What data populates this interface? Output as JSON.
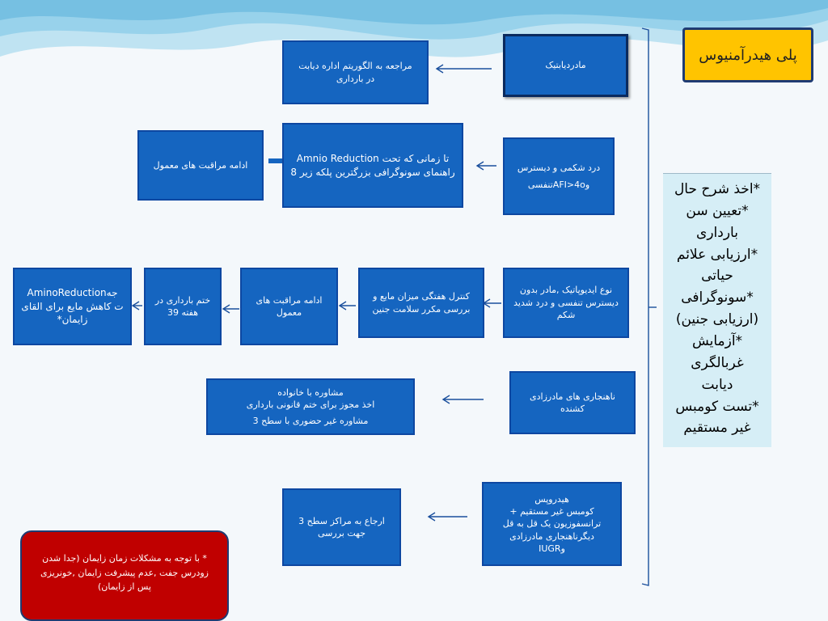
{
  "title": "پلی هیدرآمنیوس",
  "side_panel": {
    "lines": [
      "*اخذ شرح حال",
      "*تعیین سن",
      "بارداری",
      "*ارزیابی علائم",
      "حیاتی",
      "*سونوگرافی",
      "(ارزیابی جنین)",
      "*آزمایش",
      "غربالگری",
      "دیابت",
      "*تست کومبس",
      "غیر مستقیم"
    ]
  },
  "rows": {
    "diabetic": {
      "condition": "مادردیابتیک",
      "action": [
        "مراجعه به الگوریتم اداره دیابت",
        "در بارداری"
      ]
    },
    "distress": {
      "condition": [
        "درد شکمی و دیسترس",
        "وAFI>4oتنفسی"
      ],
      "action": [
        "تا زمانی که تحت Amnio Reduction",
        "راهنمای سونوگرافی بزرگترین پلکه زیر 8"
      ],
      "result": "ادامه مراقبت های معمول"
    },
    "idiopathic": {
      "condition": [
        "نوع ایدیوپاتیک ,مادر بدون",
        "دیسترس تنفسی و درد شدید",
        "شکم"
      ],
      "step1": [
        "کنترل هفتگی میزان مایع و",
        "بررسی مکرر سلامت جنین"
      ],
      "step2": [
        "ادامه مراقبت های",
        "معمول"
      ],
      "step3": [
        "ختم بارداری در",
        "هفته 39"
      ],
      "step4": [
        "جهAminoReduction",
        "ت کاهش مایع برای القای",
        "زایمان*"
      ]
    },
    "anomaly": {
      "condition": [
        "ناهنجاری های مادرزادی",
        "کشنده"
      ],
      "action": [
        "مشاوره با خانواده",
        "اخذ مجوز برای ختم قانونی بارداری",
        "مشاوره غیر حضوری با سطح 3"
      ]
    },
    "hydrops": {
      "condition": [
        "هیدروپس",
        "کومبس غیر مستقیم +",
        "ترانسفوزیون یک قل به قل",
        "دیگرناهنجاری مادرزادی",
        "وIUGR"
      ],
      "action": [
        "ارجاع به مراکز سطح 3",
        "جهت بررسی"
      ]
    }
  },
  "note": {
    "lines": [
      "* با توجه به مشکلات زمان زایمان (جدا شدن",
      "زودرس جفت ,عدم پیشرفت زایمان ,خونریزی",
      "پس از زایمان)"
    ]
  },
  "colors": {
    "box": "#1565c0",
    "box_border": "#0d47a1",
    "title_bg": "#ffc400",
    "panel_bg": "#d6eef6",
    "note_bg": "#c00000",
    "arrow": "#1a4f9c"
  }
}
